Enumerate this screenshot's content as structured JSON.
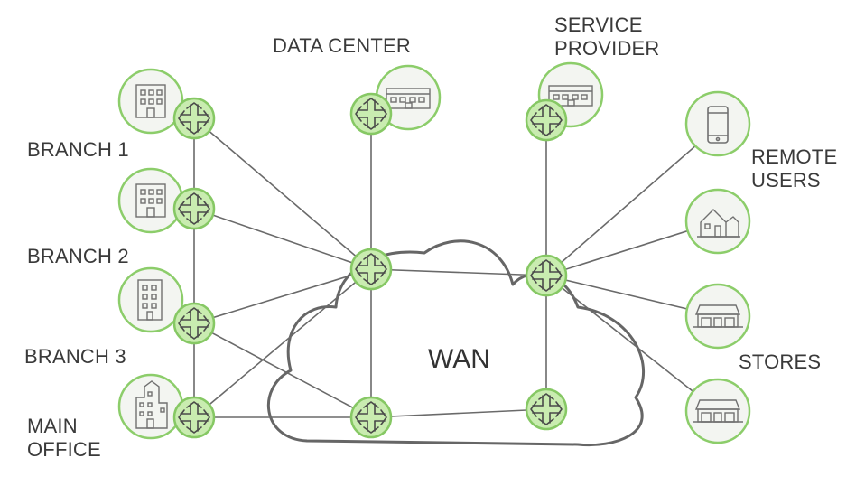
{
  "labels": {
    "data_center": "DATA CENTER",
    "service_provider_1": "SERVICE",
    "service_provider_2": "PROVIDER",
    "branch1": "BRANCH 1",
    "branch2": "BRANCH 2",
    "branch3": "BRANCH 3",
    "main_office_1": "MAIN",
    "main_office_2": "OFFICE",
    "remote_users_1": "REMOTE",
    "remote_users_2": "USERS",
    "stores": "STORES",
    "wan": "WAN"
  },
  "colors": {
    "router_fill": "#c9ecb0",
    "router_stroke": "#86c864",
    "site_fill": "#f3f5f1",
    "site_stroke": "#8ccd6a",
    "line": "#6a6a6a",
    "cloud_stroke": "#666666",
    "icon_stroke": "#707070"
  }
}
